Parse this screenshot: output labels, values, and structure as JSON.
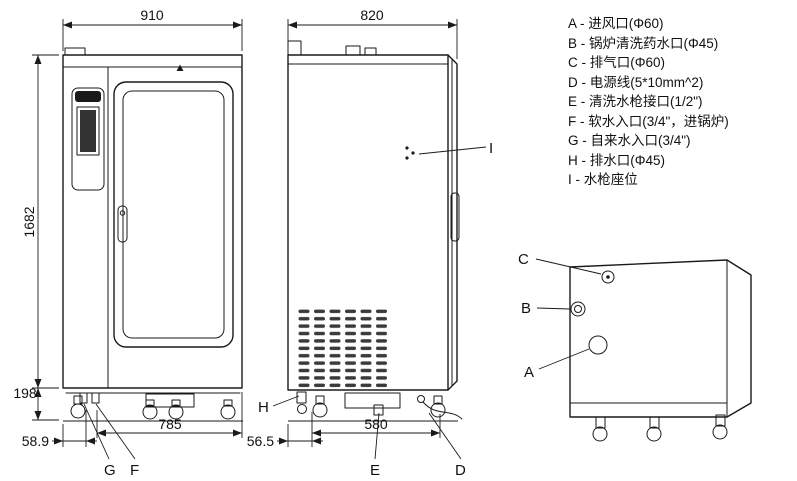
{
  "legend": {
    "items": [
      "A - 进风口(Φ60)",
      "B - 锅炉清洗药水口(Φ45)",
      "C - 排气口(Φ60)",
      "D - 电源线(5*10mm^2)",
      "E - 清洗水枪接口(1/2\")",
      "F - 软水入口(3/4\"，进锅炉)",
      "G - 自来水入口(3/4\")",
      "H - 排水口(Φ45)",
      "I - 水枪座位"
    ]
  },
  "front_view": {
    "dims": {
      "width": "910",
      "height": "1682",
      "base_height": "198",
      "left_offset": "58.9",
      "base_width": "785"
    },
    "callouts": {
      "g": "G",
      "f": "F"
    }
  },
  "side_view": {
    "dims": {
      "width": "820",
      "left_offset": "56.5",
      "base_width": "580"
    },
    "callouts": {
      "h": "H",
      "e": "E",
      "d": "D",
      "i": "I"
    }
  },
  "rear_view": {
    "callouts": {
      "a": "A",
      "b": "B",
      "c": "C"
    }
  }
}
